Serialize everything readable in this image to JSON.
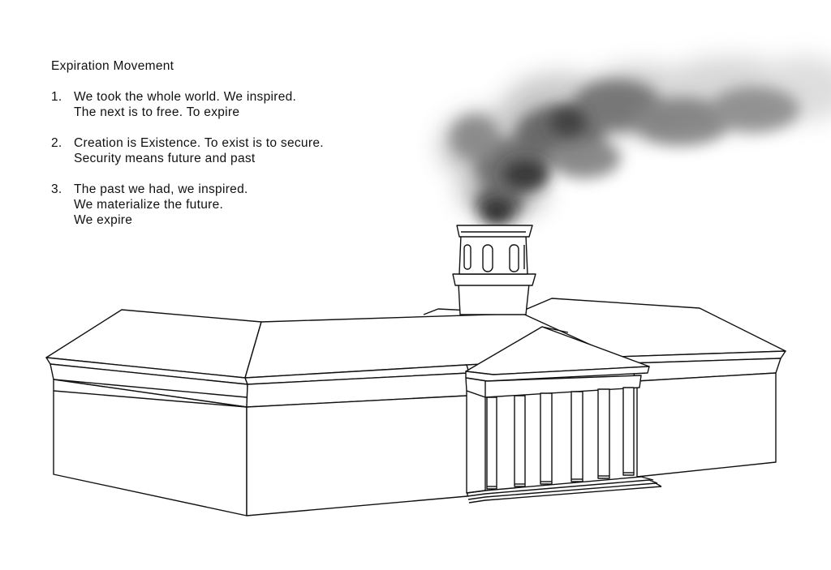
{
  "manifesto": {
    "title": "Expiration Movement",
    "items": [
      {
        "number": "1.",
        "lines": [
          "We took the whole world. We inspired.",
          "The next is to free. To expire"
        ]
      },
      {
        "number": "2.",
        "lines": [
          "Creation is Existence. To exist is to secure.",
          "Security means future and past"
        ]
      },
      {
        "number": "3.",
        "lines": [
          "The past we had, we inspired.",
          "We materialize the future.",
          "We expire"
        ]
      }
    ]
  },
  "illustration": {
    "subject": "building-with-smoking-chimney",
    "line_color": "#111111",
    "smoke_color": "#555555"
  }
}
